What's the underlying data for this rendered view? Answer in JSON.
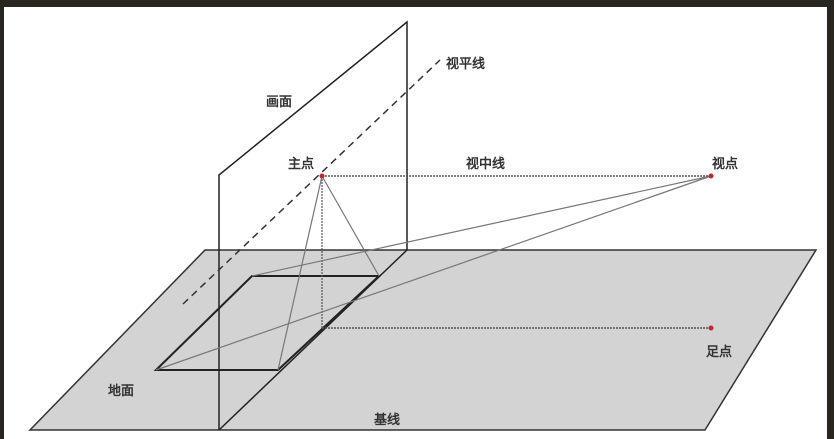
{
  "labels": {
    "picture_plane": "画面",
    "horizon_line": "视平线",
    "principal_point": "主点",
    "central_visual_ray": "视中线",
    "eye_point": "视点",
    "foot_point": "足点",
    "ground_plane": "地面",
    "base_line": "基线"
  },
  "colors": {
    "ground_fill": "#d3d3d3",
    "point_color": "#c0262b",
    "frame": "#29251f"
  }
}
